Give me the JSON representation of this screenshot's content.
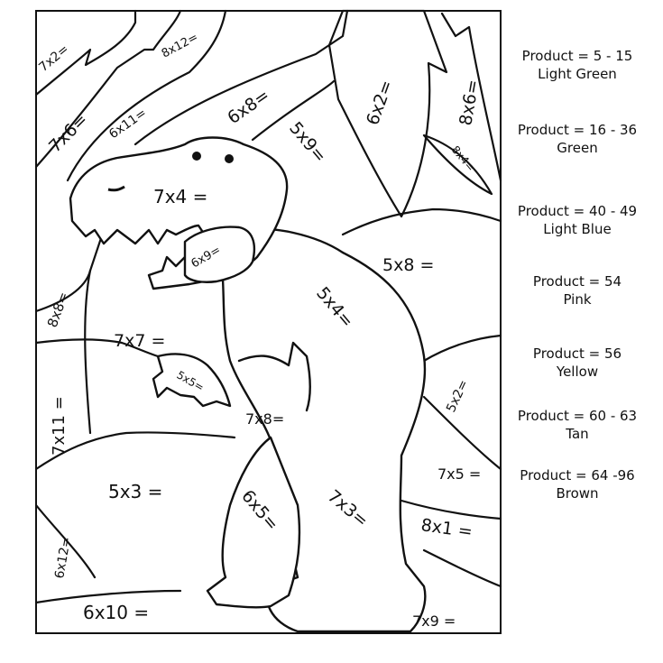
{
  "problems": {
    "p_7x2": "7x2=",
    "p_8x12": "8x12=",
    "p_7x6": "7x6=",
    "p_6x11": "6x11=",
    "p_6x8": "6x8=",
    "p_6x2": "6x2=",
    "p_8x6": "8x6=",
    "p_5x9": "5x9=",
    "p_8x4": "8x4=",
    "p_7x4": "7x4 =",
    "p_6x9": "6x9=",
    "p_5x8": "5x8 =",
    "p_8x8": "8x8=",
    "p_5x4": "5x4=",
    "p_7x7": "7x7 =",
    "p_5x5": "5x5=",
    "p_5x2": "5x2=",
    "p_7x11": "7x11 =",
    "p_7x8": "7x8=",
    "p_7x5": "7x5 =",
    "p_5x3": "5x3 =",
    "p_6x5": "6x5=",
    "p_7x3": "7x3=",
    "p_8x1": "8x1 =",
    "p_6x12": "6x12=",
    "p_6x10": "6x10 =",
    "p_7x9": "7x9 ="
  },
  "legend": [
    {
      "product": "Product = 5 - 15",
      "color_name": "Light Green",
      "color": "#90ee90"
    },
    {
      "product": "Product = 16 - 36",
      "color_name": "Green",
      "color": "#2e8b2e"
    },
    {
      "product": "Product = 40 - 49",
      "color_name": "Light Blue",
      "color": "#add8e6"
    },
    {
      "product": "Product = 54",
      "color_name": "Pink",
      "color": "#ffc0cb"
    },
    {
      "product": "Product = 56",
      "color_name": "Yellow",
      "color": "#ffff00"
    },
    {
      "product": "Product = 60 - 63",
      "color_name": "Tan",
      "color": "#d2b48c"
    },
    {
      "product": "Product = 64 -96",
      "color_name": "Brown",
      "color": "#8b4513"
    }
  ]
}
